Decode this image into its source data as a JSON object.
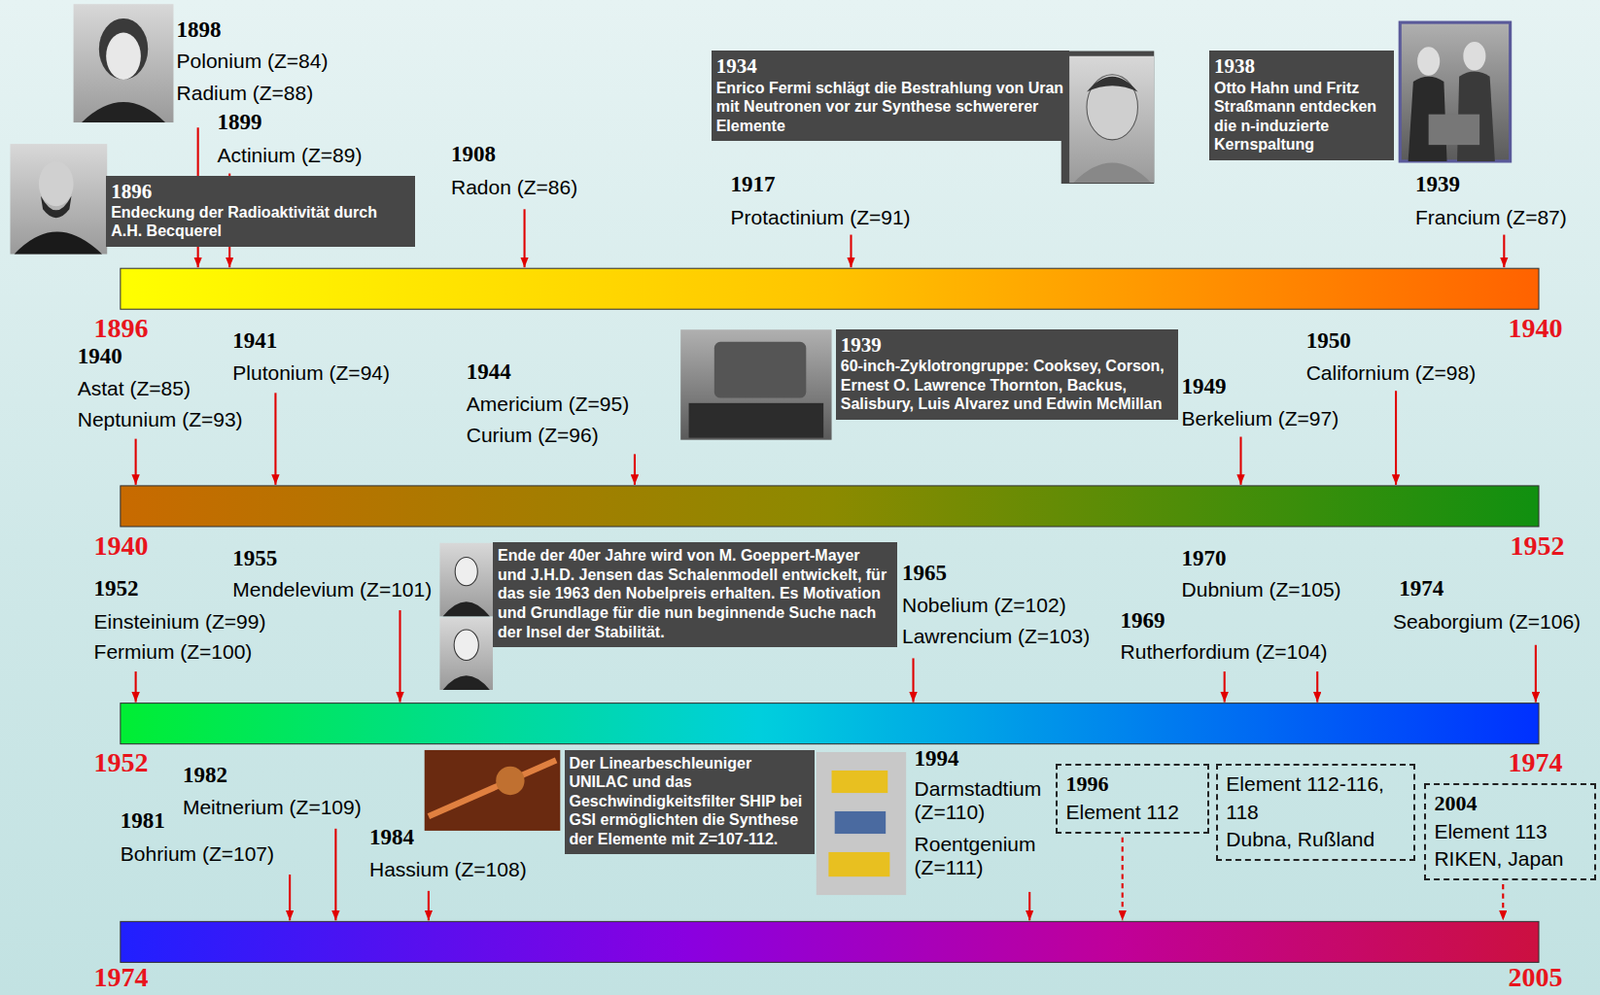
{
  "diagram": {
    "nodes": [
      {
        "text": [
          "1896",
          "Endeckung der Radioaktivität durch A.H. Becquerel"
        ]
      },
      {
        "text": [
          "1934",
          "Enrico Fermi schlägt die Bestrahlung von Uran mit Neutronen vor zur Synthese schwererer Elemente"
        ]
      },
      {
        "text": [
          "1938",
          "Otto Hahn und Fritz Straßmann entdecken die n-induzierte Kernspaltung"
        ]
      },
      {
        "text": [
          "1939",
          "60-inch-Zyklotrongruppe: Cooksey, Corson, Ernest O. Lawrence Thornton, Backus, Salisbury, Luis Alvarez und Edwin McMillan"
        ]
      },
      {
        "text": [
          "Ende der 40er Jahre wird von M. Goeppert-Mayer und J.H.D. Jensen das Schalenmodell entwickelt, für das sie 1963 den Nobelpreis erhalten. Es Motivation und Grundlage für die nun beginnende Suche nach der Insel der Stabilität."
        ]
      },
      {
        "text": [
          "Der Linearbeschleuniger UNILAC und das Geschwindigkeitsfilter SHIP bei GSI ermöglichten die Synthese der Elemente mit Z=107-112."
        ]
      },
      {
        "text": [
          "1996",
          "Element 112"
        ]
      },
      {
        "text": [
          "Element 112-116, 118",
          "Dubna, Rußland"
        ]
      },
      {
        "text": [
          "2004",
          "Element 113",
          "RIKEN, Japan"
        ]
      }
    ],
    "labels": [
      "1898",
      "Polonium (Z=84)",
      "Radium (Z=88)",
      "1899",
      "Actinium (Z=89)",
      "1908",
      "Radon (Z=86)",
      "1917",
      "Protactinium (Z=91)",
      "1939",
      "Francium (Z=87)",
      "1896",
      "1940",
      "1940",
      "Astat (Z=85)",
      "Neptunium (Z=93)",
      "1941",
      "Plutonium (Z=94)",
      "1944",
      "Americium (Z=95)",
      "Curium (Z=96)",
      "1949",
      "Berkelium (Z=97)",
      "1950",
      "Californium (Z=98)",
      "1940",
      "1952",
      "1952",
      "Einsteinium (Z=99)",
      "Fermium (Z=100)",
      "1955",
      "Mendelevium (Z=101)",
      "1965",
      "Nobelium (Z=102)",
      "Lawrencium (Z=103)",
      "1970",
      "Dubnium (Z=105)",
      "1969",
      "Rutherfordium (Z=104)",
      "1974",
      "Seaborgium (Z=106)",
      "1952",
      "1974",
      "1982",
      "Meitnerium (Z=109)",
      "1981",
      "Bohrium (Z=107)",
      "1984",
      "Hassium (Z=108)",
      "1994",
      "Darmstadtium (Z=110)",
      "Roentgenium (Z=111)",
      "1974",
      "2005"
    ]
  }
}
